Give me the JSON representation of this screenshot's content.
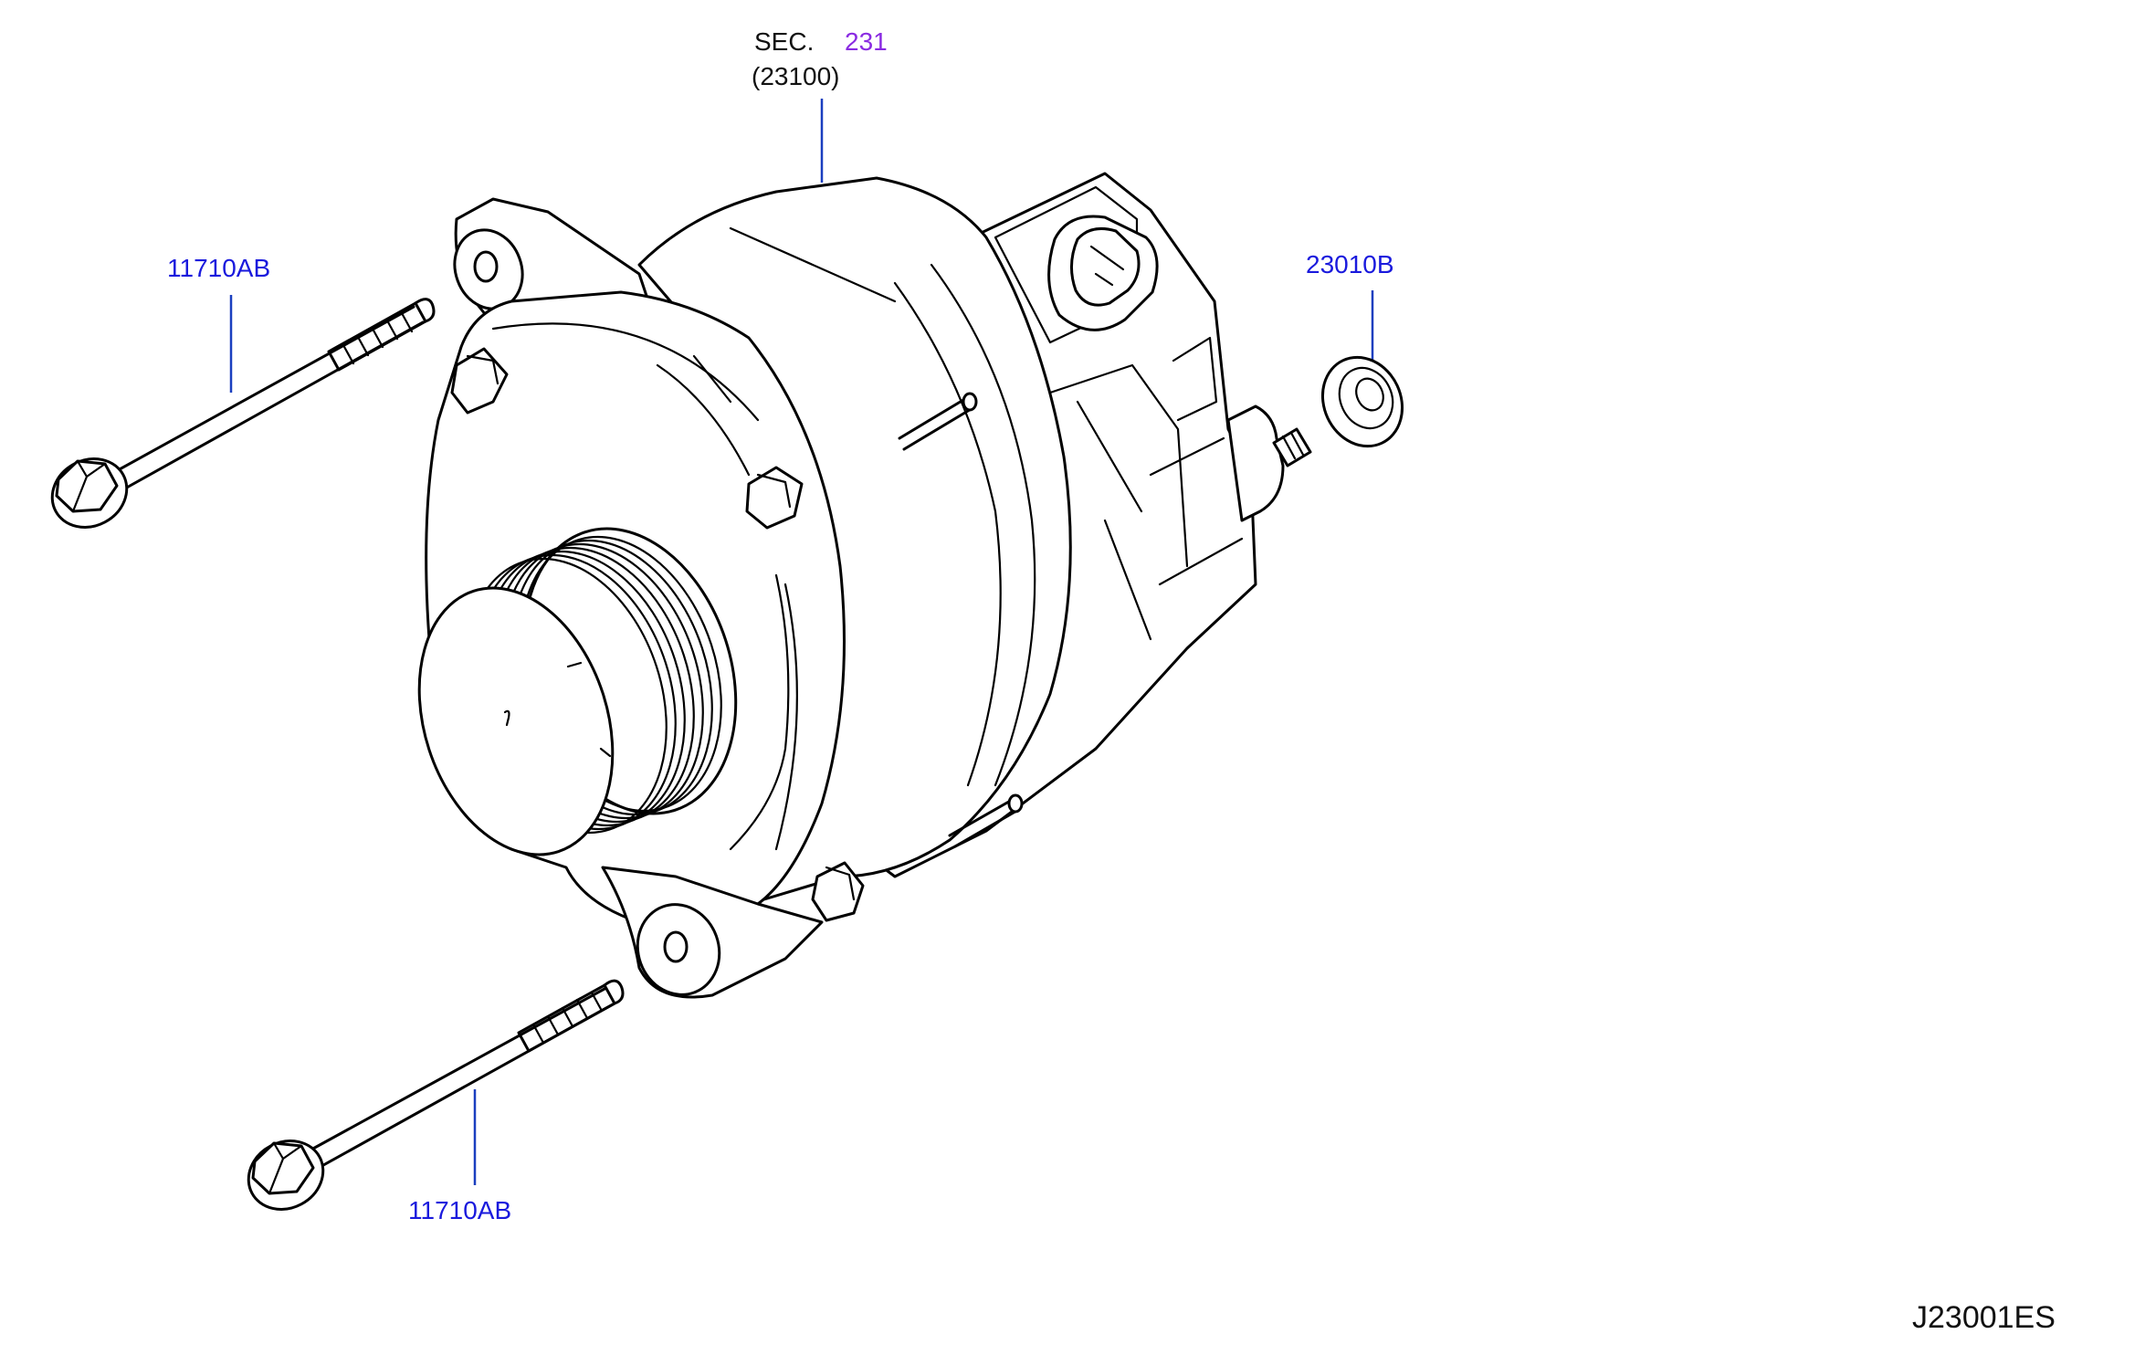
{
  "callouts": {
    "sec_prefix": "SEC.",
    "sec_number": "231",
    "sec_part": "(23100)",
    "bolt_top": "11710AB",
    "bolt_bottom": "11710AB",
    "nut": "23010B"
  },
  "reference_code": "J23001ES",
  "colors": {
    "part_number": "#1a1add",
    "section_number": "#8a2be2",
    "leader": "#1a3fbf",
    "line_art": "#000000"
  }
}
